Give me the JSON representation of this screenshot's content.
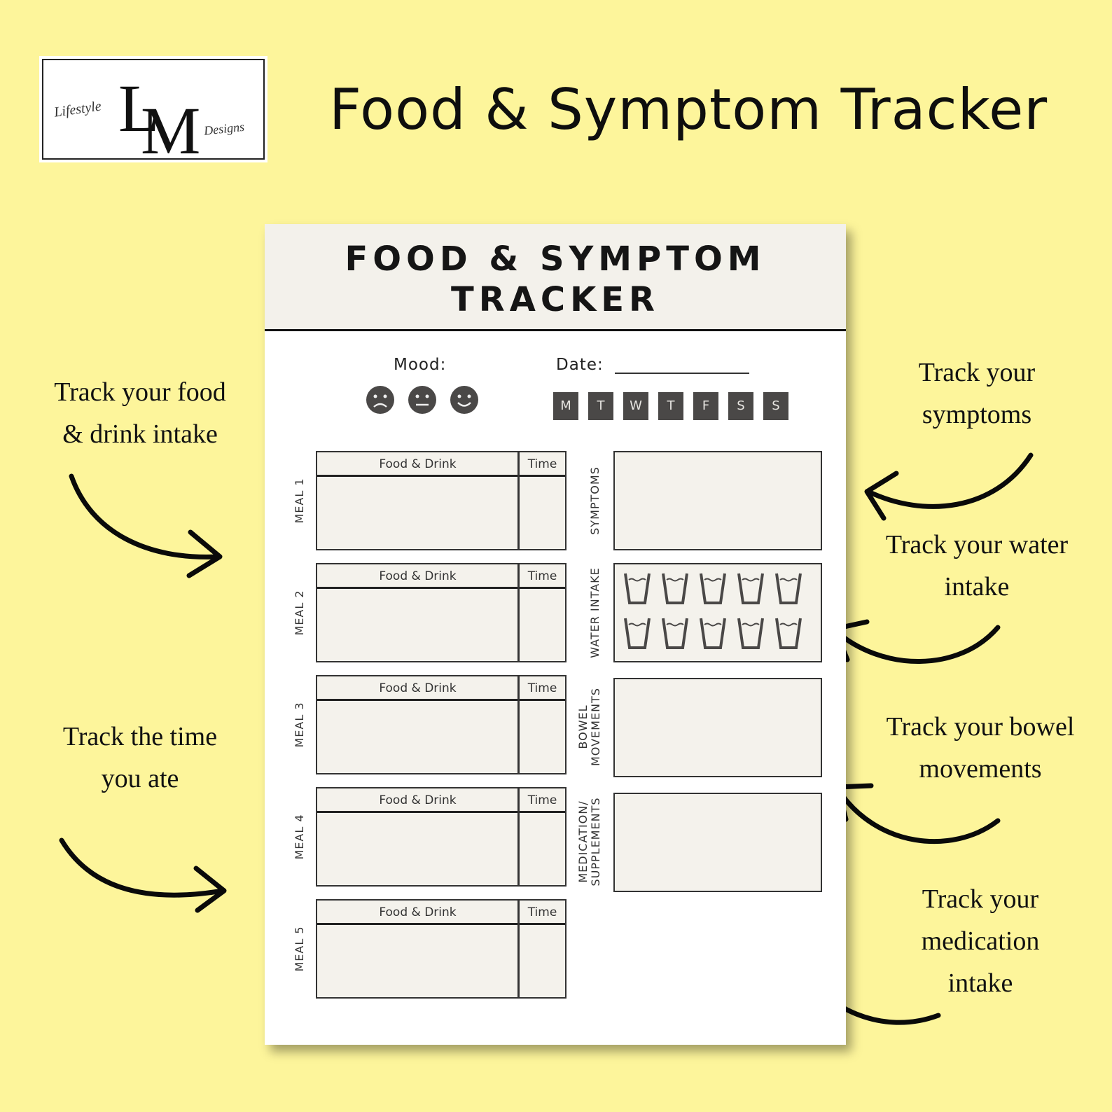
{
  "colors": {
    "background": "#fdf59b",
    "sheet_header": "#f3f1eb",
    "day_badge": "#4a4847",
    "box_fill": "#f4f2ec"
  },
  "logo": {
    "lettering": "LM",
    "script_left": "Lifestyle",
    "script_right": "Designs"
  },
  "headline": "Food & Symptom Tracker",
  "callouts": {
    "food": "Track your food\n& drink intake",
    "time": "Track the time\nyou ate",
    "symptoms": "Track your\nsymptoms",
    "water": "Track your water\nintake",
    "bowel": "Track your bowel\nmovements",
    "medication": "Track your\nmedication\nintake"
  },
  "sheet": {
    "title_line1": "FOOD & SYMPTOM",
    "title_line2": "TRACKER",
    "mood_label": "Mood:",
    "date_label": "Date:",
    "mood_icons": [
      "sad-face-icon",
      "neutral-face-icon",
      "happy-face-icon"
    ],
    "days": [
      "M",
      "T",
      "W",
      "T",
      "F",
      "S",
      "S"
    ],
    "meals": [
      {
        "label": "MEAL 1",
        "food_header": "Food & Drink",
        "time_header": "Time"
      },
      {
        "label": "MEAL 2",
        "food_header": "Food & Drink",
        "time_header": "Time"
      },
      {
        "label": "MEAL 3",
        "food_header": "Food & Drink",
        "time_header": "Time"
      },
      {
        "label": "MEAL 4",
        "food_header": "Food & Drink",
        "time_header": "Time"
      },
      {
        "label": "MEAL 5",
        "food_header": "Food & Drink",
        "time_header": "Time"
      }
    ],
    "sections": {
      "symptoms": "SYMPTOMS",
      "water_intake": "WATER INTAKE",
      "water_cups": 10,
      "bowel": "BOWEL\nMOVEMENTS",
      "medication": "MEDICATION/\nSUPPLEMENTS"
    }
  }
}
